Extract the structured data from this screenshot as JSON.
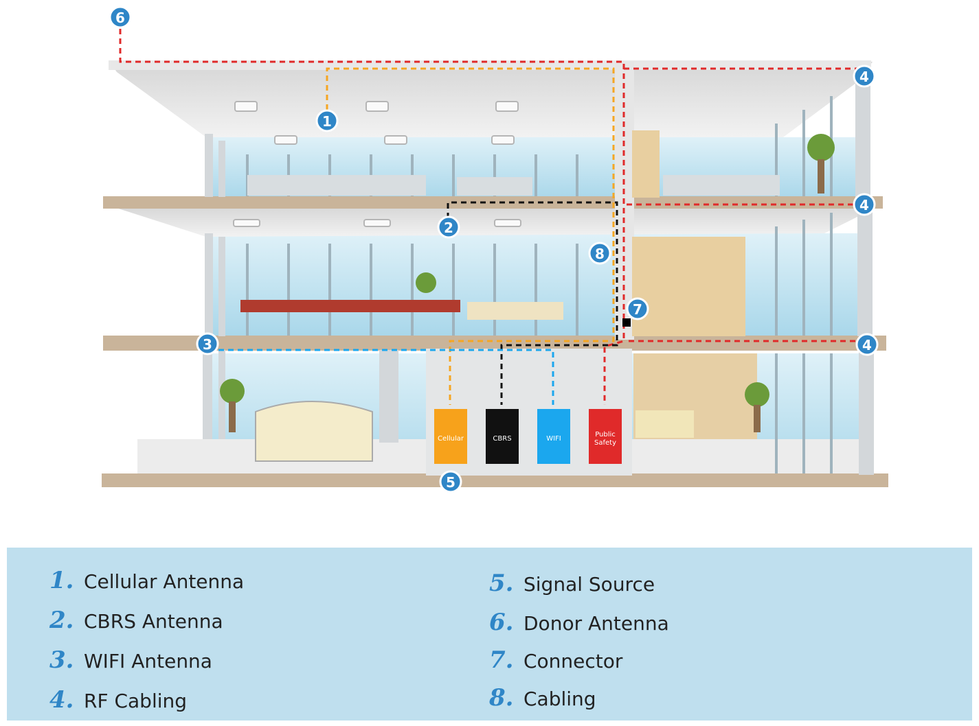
{
  "markers": {
    "m1": "1",
    "m2": "2",
    "m3": "3",
    "m4a": "4",
    "m4b": "4",
    "m4c": "4",
    "m5": "5",
    "m6": "6",
    "m7": "7",
    "m8": "8"
  },
  "signal_sources": [
    {
      "label_lines": [
        "Cellular"
      ],
      "color": "#f7a21b"
    },
    {
      "label_lines": [
        "CBRS"
      ],
      "color": "#111111"
    },
    {
      "label_lines": [
        "WIFI"
      ],
      "color": "#1ba7ee"
    },
    {
      "label_lines": [
        "Public",
        "Safety"
      ],
      "color": "#e02a2a"
    }
  ],
  "colors": {
    "cellular_line": "#f5a623",
    "cbrs_line": "#111111",
    "wifi_line": "#1ba7ee",
    "rf_line": "#e02a2a",
    "marker": "#2f86c7",
    "legend_bg": "#bfdfee"
  },
  "legend": {
    "left": [
      {
        "num": "1.",
        "label": "Cellular Antenna"
      },
      {
        "num": "2.",
        "label": "CBRS Antenna"
      },
      {
        "num": "3.",
        "label": "WIFI Antenna"
      },
      {
        "num": "4.",
        "label": "RF Cabling"
      }
    ],
    "right": [
      {
        "num": "5.",
        "label": "Signal Source"
      },
      {
        "num": "6.",
        "label": "Donor Antenna"
      },
      {
        "num": "7.",
        "label": "Connector"
      },
      {
        "num": "8.",
        "label": "Cabling"
      }
    ]
  }
}
